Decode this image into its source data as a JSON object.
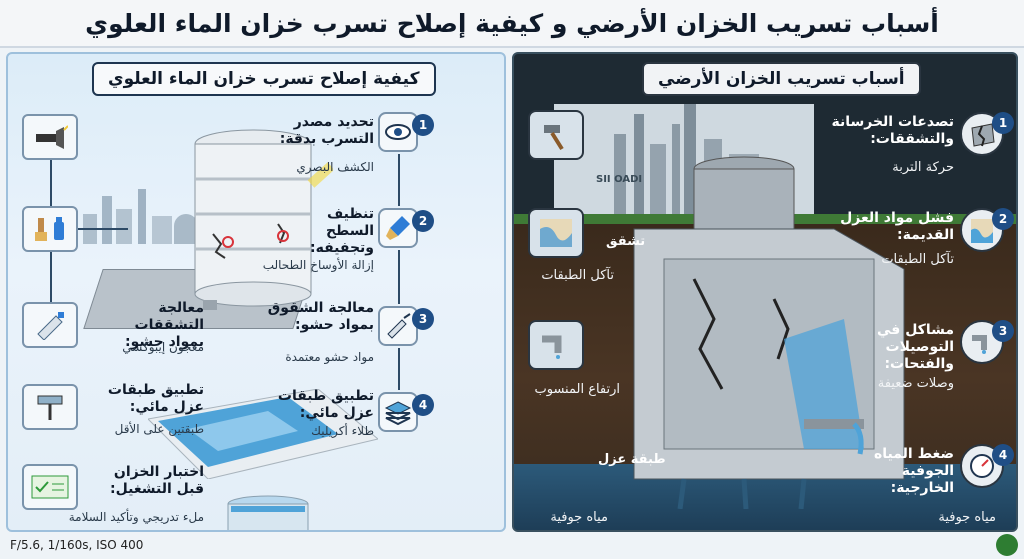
{
  "title": "أسباب تسريب الخزان الأرضي و كيفية إصلاح تسرب خزان الماء العلوي",
  "left_panel": {
    "header": "كيفية إصلاح تسرب خزان الماء العلوي",
    "steps": [
      {
        "num": "1",
        "title_line1": "تحديد مصدر",
        "title_line2": "التسرب بدقة:",
        "detail": "الكشف البصري",
        "icon": "eye-icon"
      },
      {
        "num": "2",
        "title_line1": "تنظيف السطح",
        "title_line2": "وتجفيفه:",
        "detail": "إزالة الأوساخ الطحالب",
        "icon": "brush-icon"
      },
      {
        "num": "3",
        "title_line1": "معالجة الشقوق",
        "title_line2": "بمواد حشو:",
        "detail": "مواد حشو معتمدة",
        "icon": "syringe-icon"
      },
      {
        "num": "4",
        "title_line1": "تطبيق طبقات",
        "title_line2": "عزل مائي:",
        "detail": "طلاء أكريليك",
        "icon": "layers-icon"
      }
    ],
    "side_items": [
      {
        "line1": "معالجة التشققات",
        "line2": "بمواد حشو:",
        "detail": "معجون إيبوكسي",
        "icon": "tube-icon"
      },
      {
        "line1": "تطبيق طبقات",
        "line2": "عزل مائي:",
        "detail": "طبقتين على الأقل",
        "icon": "roller-icon"
      },
      {
        "line1": "اختبار الخزان",
        "line2": "قبل التشغيل:",
        "detail": "ملء تدريجي وتأكيد السلامة",
        "icon": "checklist-icon"
      }
    ]
  },
  "right_panel": {
    "header": "أسباب تسريب الخزان الأرضي",
    "causes": [
      {
        "num": "1",
        "line1": "تصدعات الخرسانة",
        "line2": "والتشققات:",
        "detail": "حركة التربة",
        "icon": "cracked-rock-icon"
      },
      {
        "num": "2",
        "line1": "فشل مواد العزل",
        "line2": "القديمة:",
        "detail": "تآكل الطبقات",
        "icon": "peeling-icon"
      },
      {
        "num": "3",
        "line1": "مشاكل في التوصيلات",
        "line2": "والفتحات:",
        "detail": "وصلات ضعيفة",
        "icon": "pipe-icon"
      },
      {
        "num": "4",
        "line1": "ضغط المياه الجوفية",
        "line2": "الخارجية:",
        "detail": "مياه جوفية",
        "icon": "gauge-icon"
      }
    ],
    "left_labels": {
      "crack": "تشقق",
      "layers_erosion": "تآكل الطبقات",
      "level_rise": "ارتفاع المنسوب",
      "insulation_layer": "طبقة عزل",
      "groundwater": "مياه جوفية"
    },
    "city_sign": "SII OADI"
  },
  "footer": {
    "camera": "F/5.6, 1/160s, ISO 400"
  },
  "colors": {
    "accent_blue": "#1f4e86",
    "check_green": "#2e9a3a",
    "water": "#4fa3d8"
  }
}
